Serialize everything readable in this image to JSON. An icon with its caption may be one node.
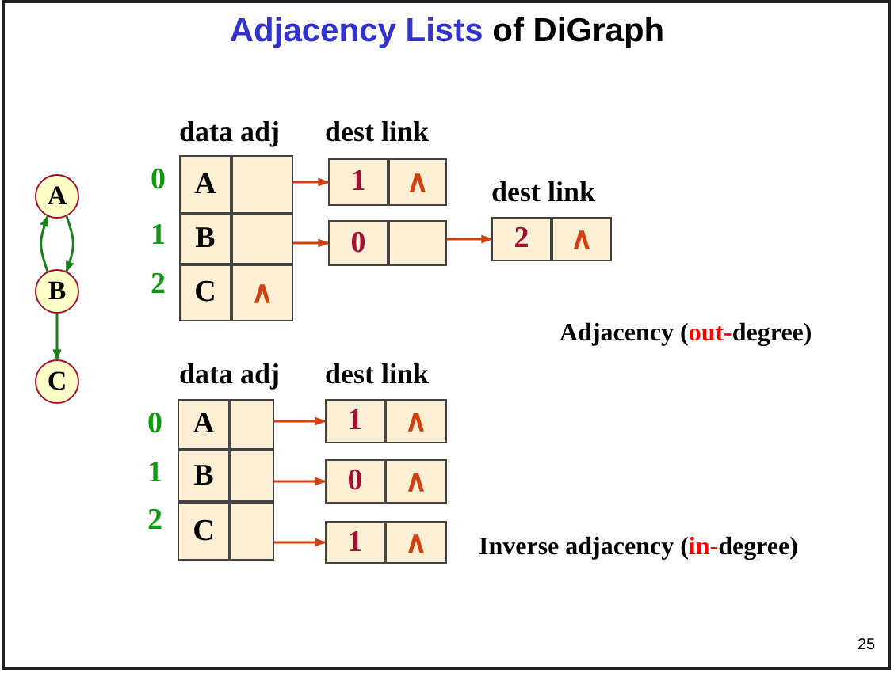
{
  "diagram": {
    "title": "Adjacency Lists of DiGraph",
    "nodes": [
      {
        "text": [
          "A"
        ]
      },
      {
        "text": [
          "B"
        ]
      },
      {
        "text": [
          "C"
        ]
      },
      {
        "text": [
          "A"
        ]
      },
      {
        "text": [],
        "shape": "box"
      },
      {
        "text": [
          "B"
        ]
      },
      {
        "text": [],
        "shape": "box"
      },
      {
        "text": [
          "C"
        ]
      },
      {
        "text": [
          "∧"
        ]
      },
      {
        "text": [
          "1"
        ]
      },
      {
        "text": [
          "∧"
        ]
      },
      {
        "text": [
          "0"
        ]
      },
      {
        "text": [],
        "shape": "box"
      },
      {
        "text": [
          "2"
        ]
      },
      {
        "text": [
          "∧"
        ]
      },
      {
        "text": [
          "A"
        ]
      },
      {
        "text": [],
        "shape": "box"
      },
      {
        "text": [
          "B"
        ]
      },
      {
        "text": [],
        "shape": "box"
      },
      {
        "text": [
          "C"
        ]
      },
      {
        "text": [],
        "shape": "box"
      },
      {
        "text": [
          "1"
        ]
      },
      {
        "text": [
          "∧"
        ]
      },
      {
        "text": [
          "0"
        ]
      },
      {
        "text": [
          "∧"
        ]
      },
      {
        "text": [
          "1"
        ]
      },
      {
        "text": [
          "∧"
        ]
      }
    ],
    "edges": [
      {
        "from": 0,
        "to": 1,
        "arrow": "to",
        "color": "#1a7f1a"
      },
      {
        "from": 1,
        "to": 0,
        "arrow": "to",
        "color": "#1a7f1a"
      },
      {
        "from": 1,
        "to": 2,
        "arrow": "to",
        "color": "#1a7f1a"
      },
      {
        "from": 4,
        "to": 9,
        "arrow": "to"
      },
      {
        "from": 6,
        "to": 11,
        "arrow": "to"
      },
      {
        "from": 12,
        "to": 13,
        "arrow": "to"
      },
      {
        "from": 16,
        "to": 21,
        "arrow": "to"
      },
      {
        "from": 18,
        "to": 23,
        "arrow": "to"
      },
      {
        "from": 20,
        "to": 25,
        "arrow": "to"
      }
    ],
    "labels": [
      "data adj",
      "dest link",
      "0",
      "1",
      "2",
      "dest link",
      "Adjacency (",
      "out-",
      "degree)",
      "data adj",
      "dest link",
      "0",
      "1",
      "2",
      "Inverse adjacency (",
      "in-",
      "degree)",
      "25"
    ]
  }
}
